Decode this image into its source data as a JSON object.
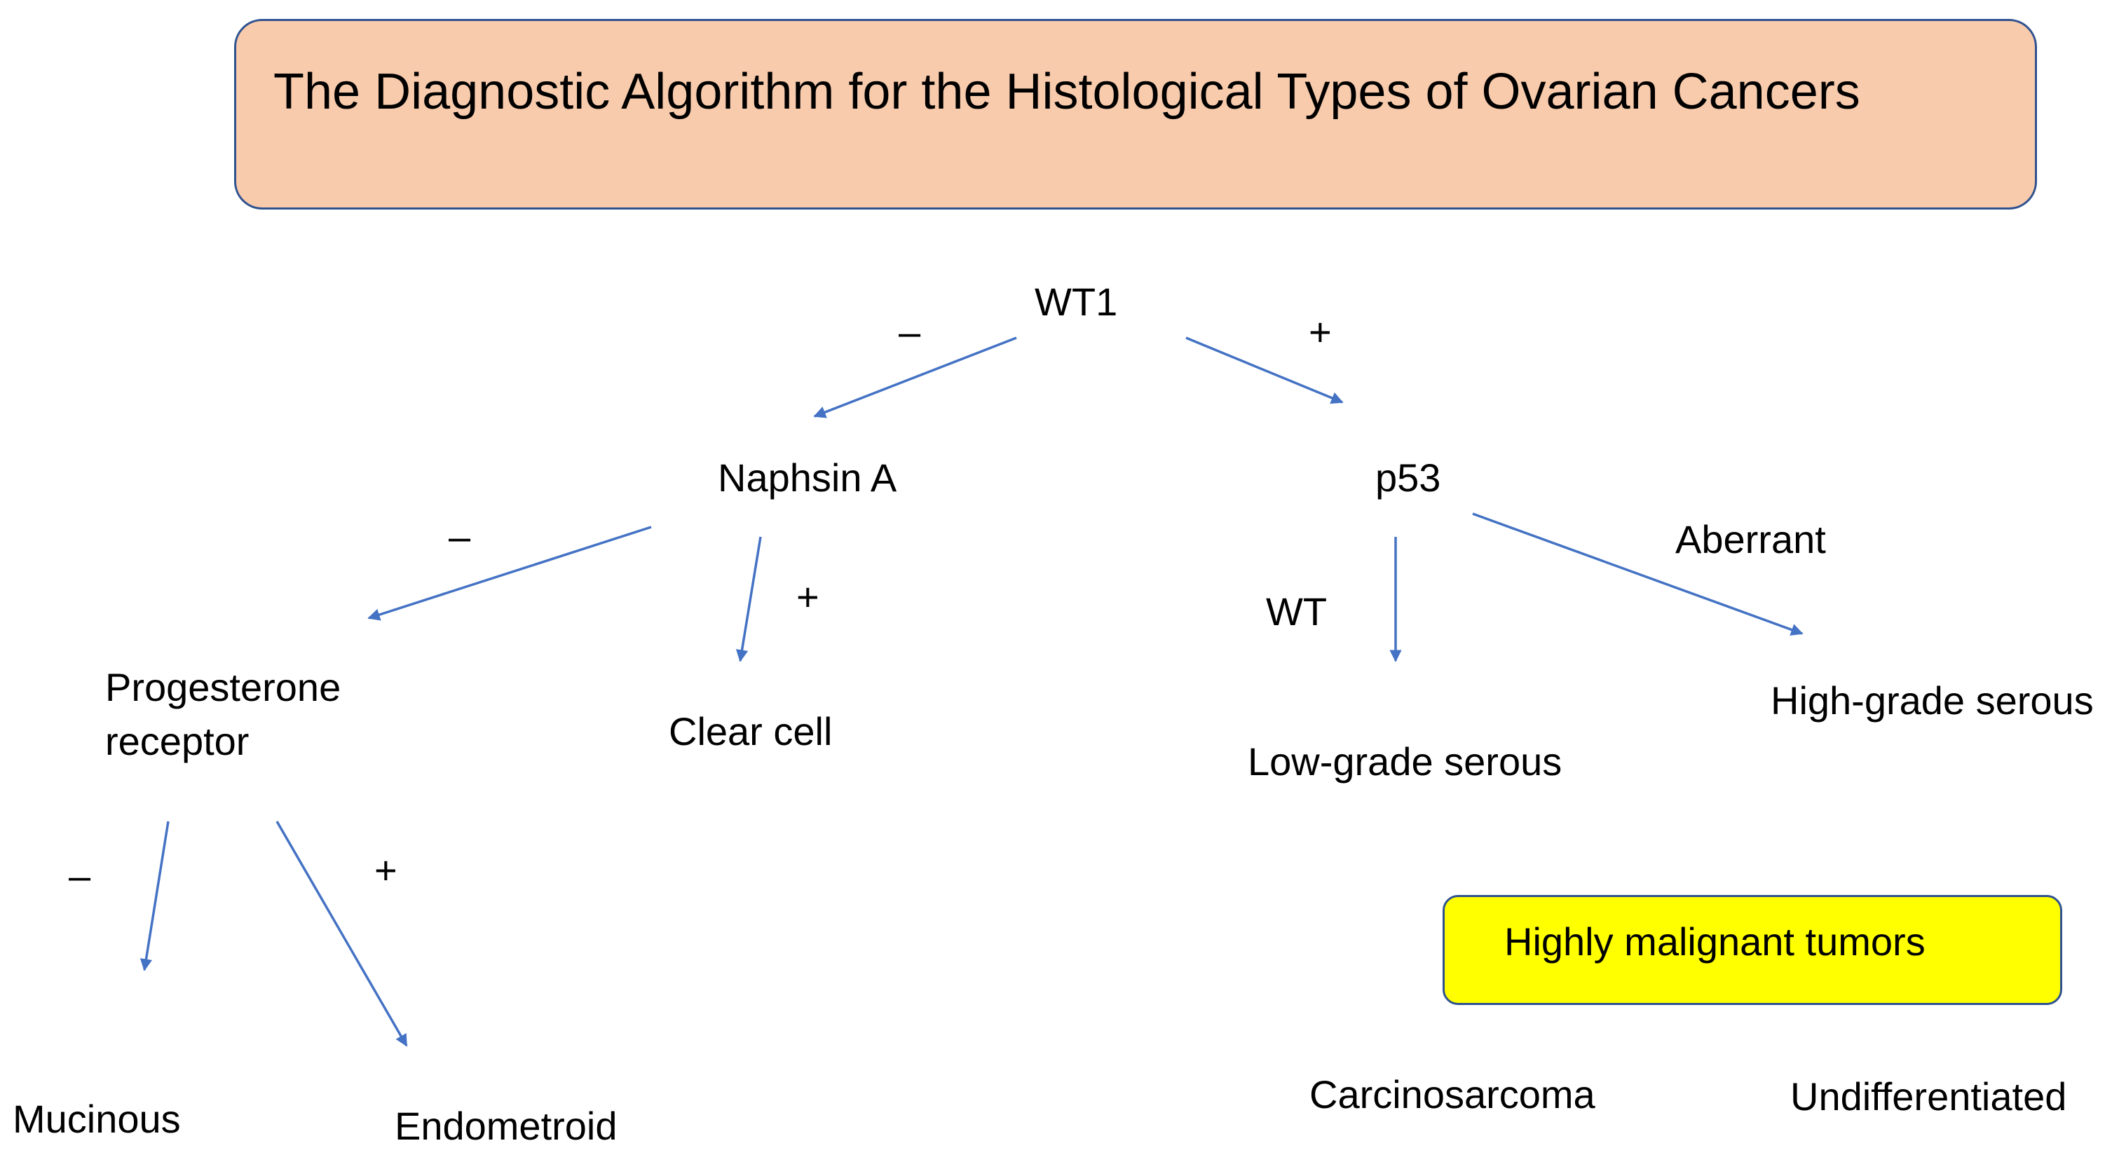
{
  "title": "The Diagnostic Algorithm for the Histological Types of Ovarian Cancers",
  "nodes": {
    "wt1": "WT1",
    "napsin_a": "Naphsin A",
    "p53": "p53",
    "progesterone_receptor_line1": "Progesterone",
    "progesterone_receptor_line2": "receptor",
    "clear_cell": "Clear cell",
    "low_grade_serous": "Low-grade serous",
    "high_grade_serous": "High-grade serous",
    "mucinous": "Mucinous",
    "endometroid": "Endometroid"
  },
  "edge_labels": {
    "wt1_negative": "–",
    "wt1_positive": "+",
    "napsin_negative": "–",
    "napsin_positive": "+",
    "p53_wild_type": "WT",
    "p53_aberrant": "Aberrant",
    "pr_negative": "–",
    "pr_positive": "+"
  },
  "highly_malignant": {
    "heading": "Highly malignant tumors",
    "items": [
      "Carcinosarcoma",
      "Undifferentiated"
    ]
  },
  "colors": {
    "title_fill": "#f8cbad",
    "box_border": "#2f528f",
    "highlight_fill": "#ffff00",
    "arrow": "#4472c4"
  }
}
